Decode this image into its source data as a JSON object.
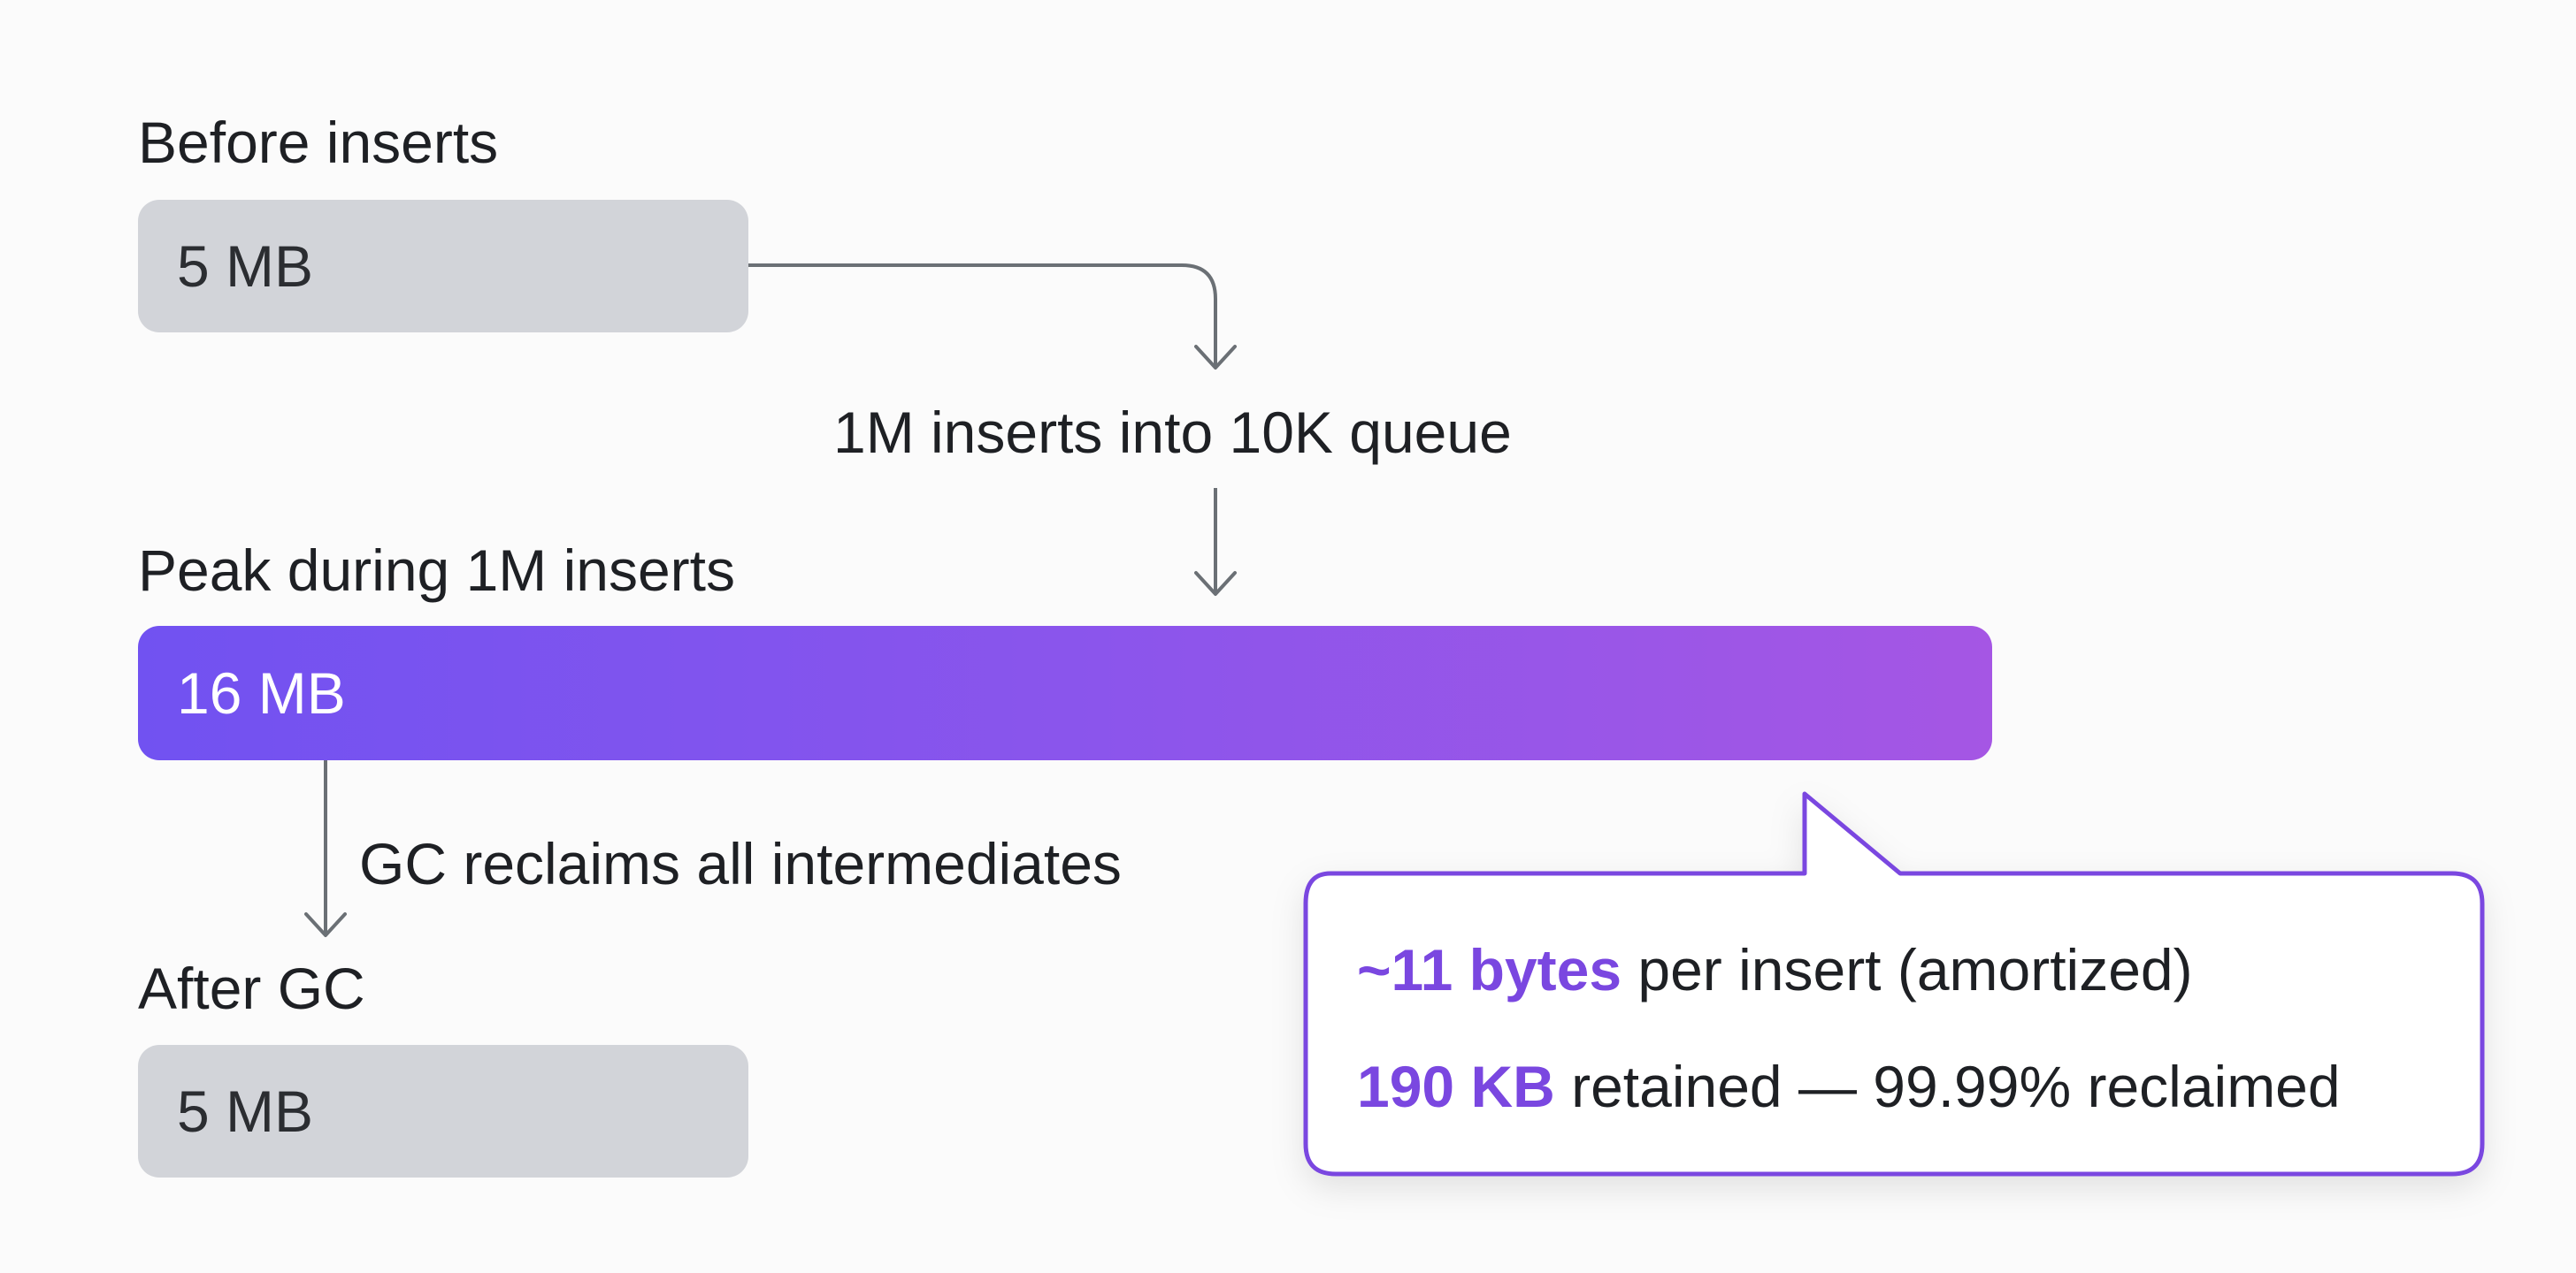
{
  "stages": {
    "before": {
      "label": "Before inserts",
      "value": "5 MB"
    },
    "peak": {
      "label": "Peak during 1M inserts",
      "value": "16 MB"
    },
    "after": {
      "label": "After GC",
      "value": "5 MB"
    }
  },
  "transitions": {
    "inserts": "1M inserts into 10K queue",
    "gc": "GC reclaims all intermediates"
  },
  "callout": {
    "line1_highlight": "~11 bytes",
    "line1_rest": " per insert (amortized)",
    "line2_highlight": "190 KB",
    "line2_rest": " retained — 99.99% reclaimed"
  },
  "colors": {
    "accent": "#7a47e0",
    "gray_bar": "#d2d4d9",
    "peak_start": "#7152f1",
    "peak_end": "#a556e4",
    "arrow": "#6b7075"
  }
}
